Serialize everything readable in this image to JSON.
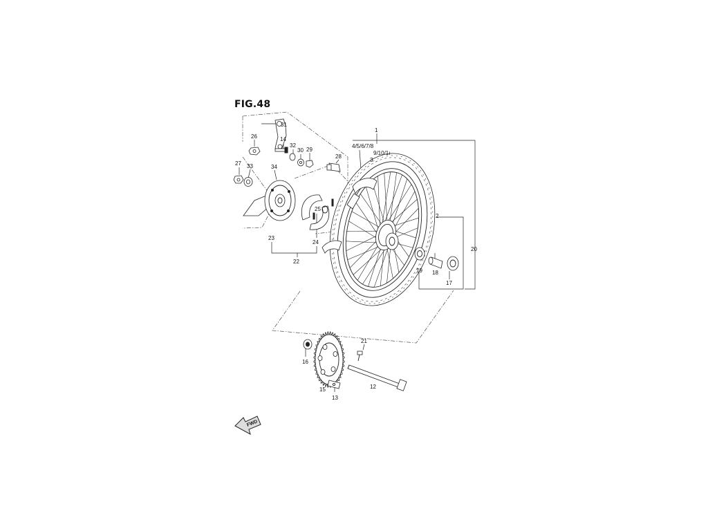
{
  "figure": {
    "title": "FIG.48",
    "fwd_label": "FWD"
  },
  "callouts": {
    "c1": "1",
    "c2": "2",
    "c3": "3",
    "c4": "4/5/6/7/8",
    "c9": "9/10/1ı",
    "c12": "12",
    "c13": "13",
    "c14": "14",
    "c15": "15",
    "c16": "16",
    "c17": "17",
    "c18": "18",
    "c19": "19",
    "c20": "20",
    "c21": "21",
    "c22": "22",
    "c23": "23",
    "c24": "24",
    "c25": "25",
    "c26": "26",
    "c27": "27",
    "c28": "28",
    "c29": "29",
    "c30": "30",
    "c31": "31",
    "c32": "32",
    "c33": "33",
    "c34": "34"
  }
}
